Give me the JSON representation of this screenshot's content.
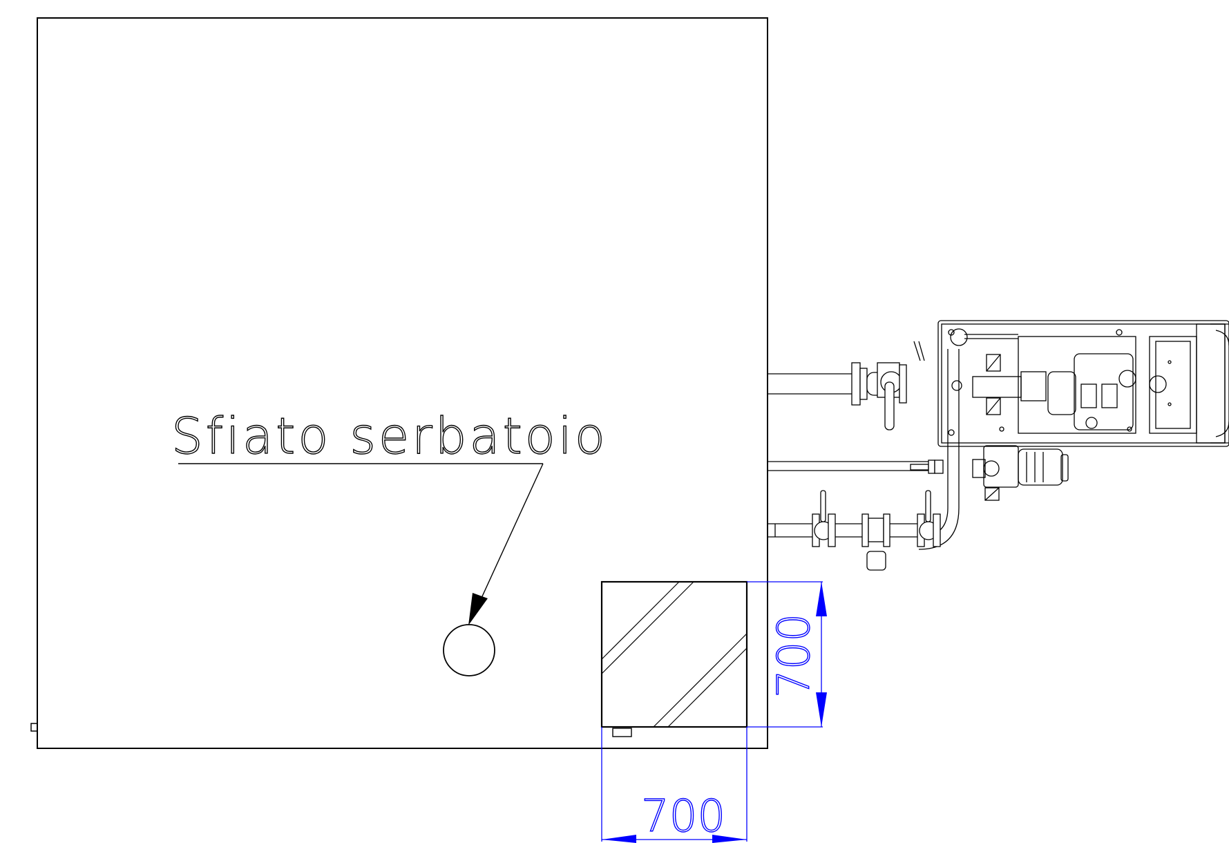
{
  "annotation": {
    "text": "Sfiato serbatoio"
  },
  "dimensions": {
    "vertical": "700",
    "horizontal": "700"
  },
  "colors": {
    "line": "#000000",
    "dimension": "#0000ff",
    "background": "#ffffff"
  }
}
